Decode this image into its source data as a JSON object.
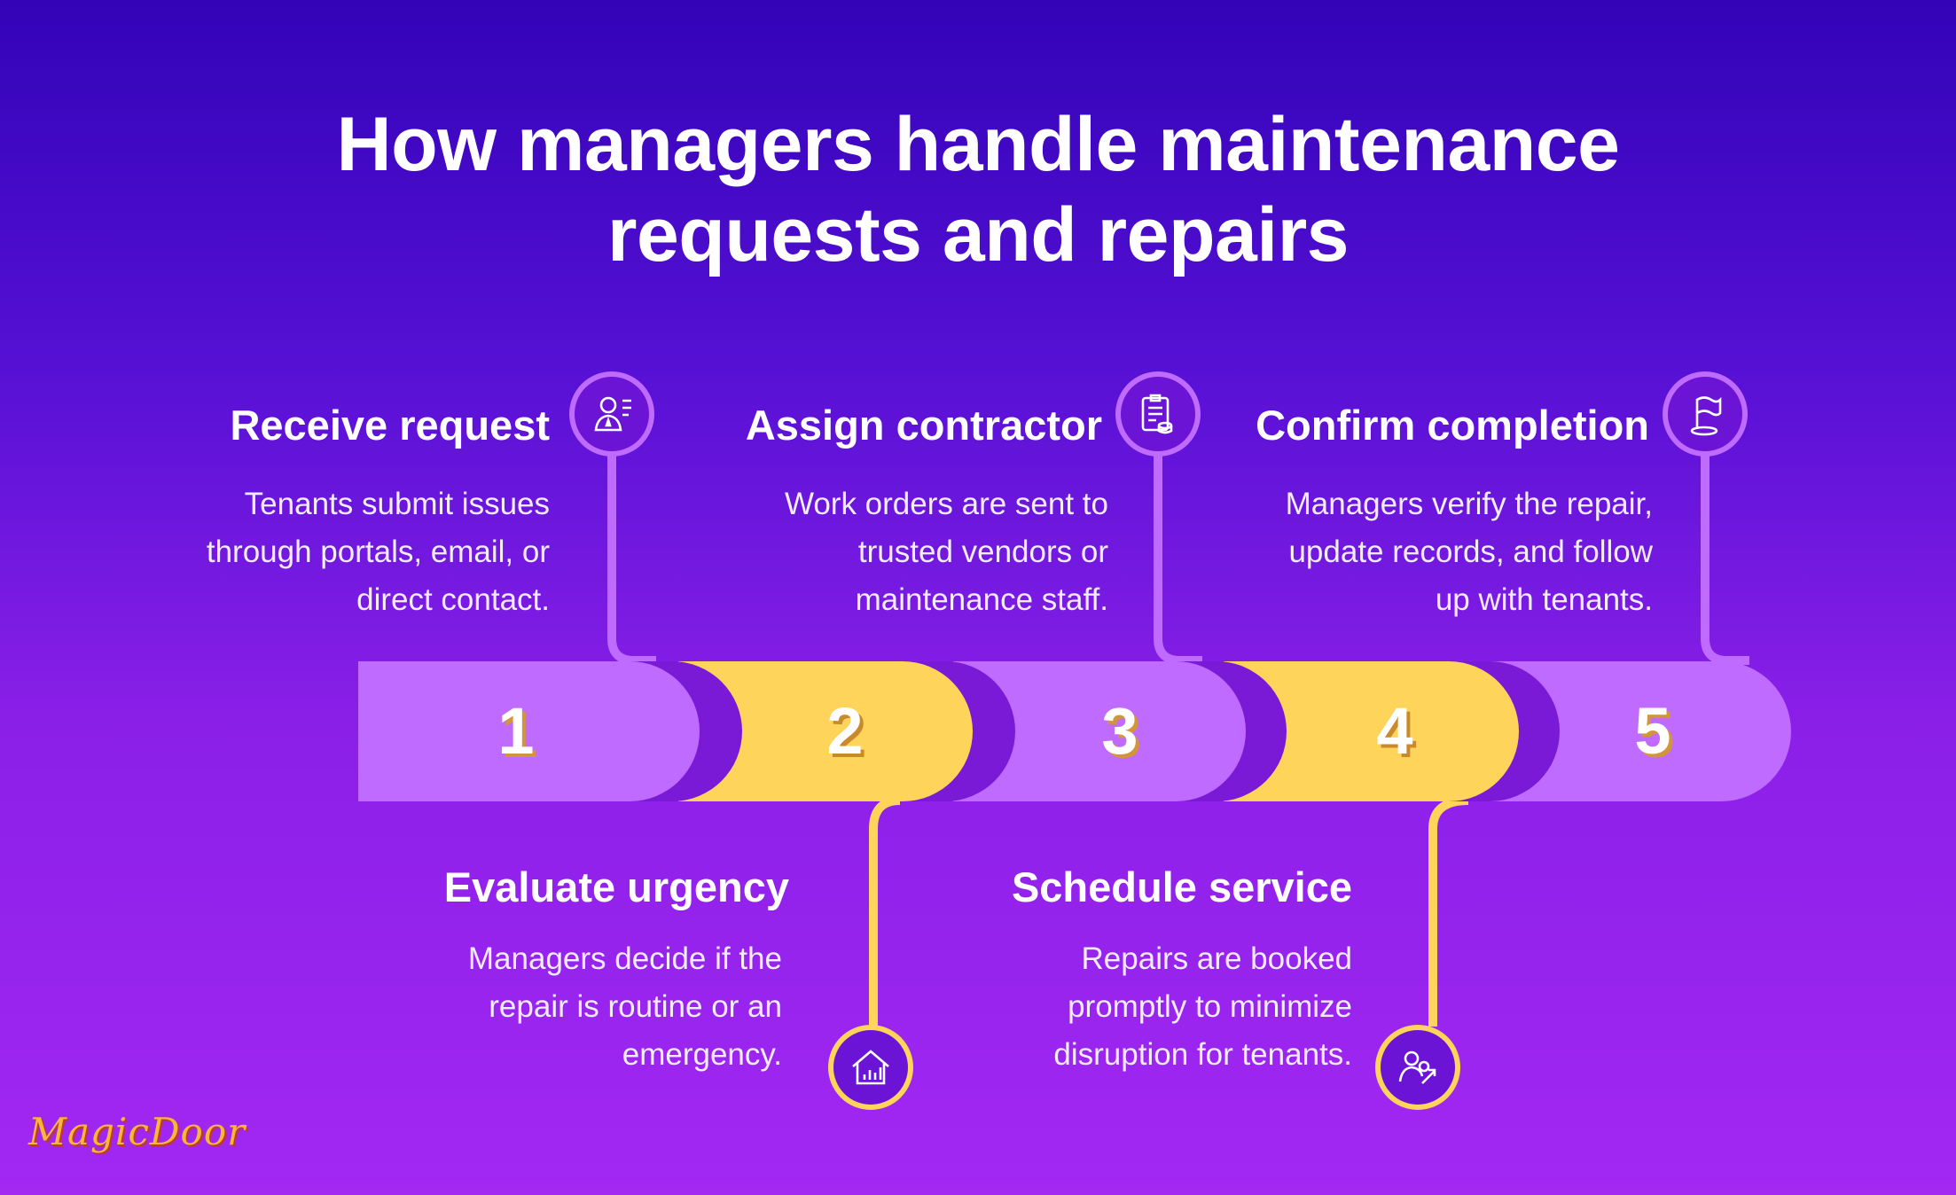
{
  "title": {
    "line1": "How managers handle maintenance",
    "line2": "requests and repairs"
  },
  "steps": [
    {
      "number": "1",
      "title": "Receive request",
      "desc": "Tenants submit issues through portals, email, or direct contact.",
      "icon": "person-request-icon",
      "color": "#c06bff"
    },
    {
      "number": "2",
      "title": "Evaluate urgency",
      "desc": "Managers decide if the repair is routine or an emergency.",
      "icon": "house-chart-icon",
      "color": "#ffd45a"
    },
    {
      "number": "3",
      "title": "Assign contractor",
      "desc": "Work orders are sent to trusted vendors or maintenance staff.",
      "icon": "clipboard-coins-icon",
      "color": "#c06bff"
    },
    {
      "number": "4",
      "title": "Schedule service",
      "desc": "Repairs are booked promptly to minimize disruption for tenants.",
      "icon": "people-arrow-icon",
      "color": "#ffd45a"
    },
    {
      "number": "5",
      "title": "Confirm completion",
      "desc": "Managers verify the repair, update records, and follow up with tenants.",
      "icon": "flag-icon",
      "color": "#c06bff"
    }
  ],
  "logo": "MagicDoor"
}
